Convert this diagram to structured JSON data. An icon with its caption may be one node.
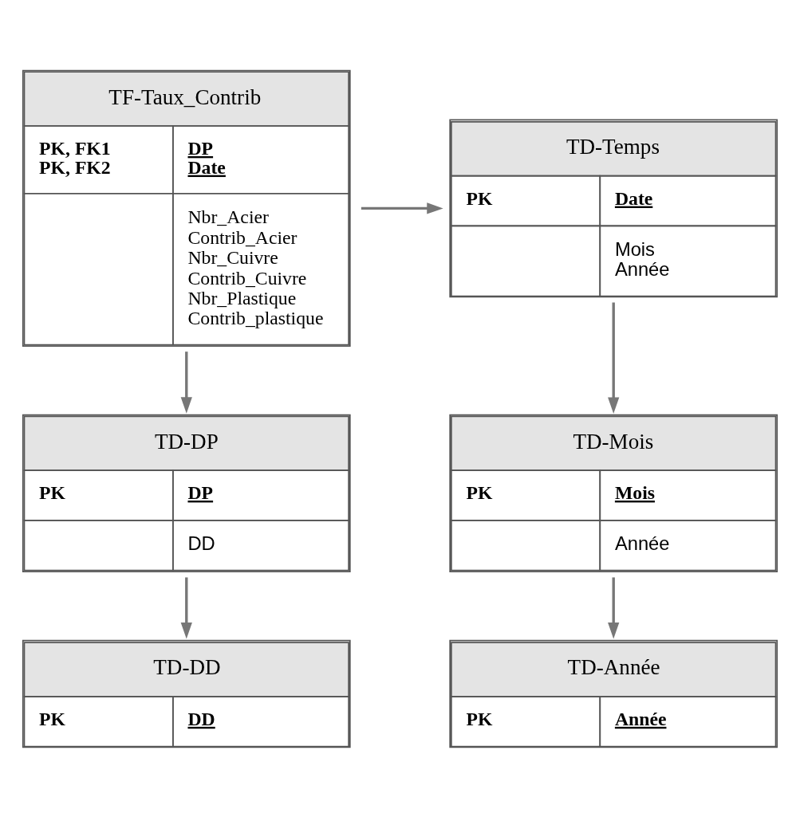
{
  "diagram": {
    "nodes": [
      {
        "text": [
          "TF-Taux_Contrib",
          "PK, FK1",
          "PK, FK2",
          "DP",
          "Date",
          "Nbr_Acier",
          "Contrib_Acier",
          "Nbr_Cuivre",
          "Contrib_Cuivre",
          "Nbr_Plastique",
          "Contrib_plastique"
        ]
      },
      {
        "text": [
          "TD-Temps",
          "PK",
          "Date",
          "Mois",
          "Année"
        ]
      },
      {
        "text": [
          "TD-Mois",
          "PK",
          "Mois",
          "Année"
        ]
      },
      {
        "text": [
          "TD-Année",
          "PK",
          "Année"
        ]
      },
      {
        "text": [
          "TD-DP",
          "PK",
          "DP",
          "DD"
        ]
      },
      {
        "text": [
          "TD-DD",
          "PK",
          "DD"
        ]
      }
    ],
    "edges": [
      {
        "from": 0,
        "to": 1,
        "arrow": "to"
      },
      {
        "from": 1,
        "to": 2,
        "arrow": "to"
      },
      {
        "from": 2,
        "to": 3,
        "arrow": "to"
      },
      {
        "from": 0,
        "to": 4,
        "arrow": "to"
      },
      {
        "from": 4,
        "to": 5,
        "arrow": "to"
      }
    ]
  }
}
